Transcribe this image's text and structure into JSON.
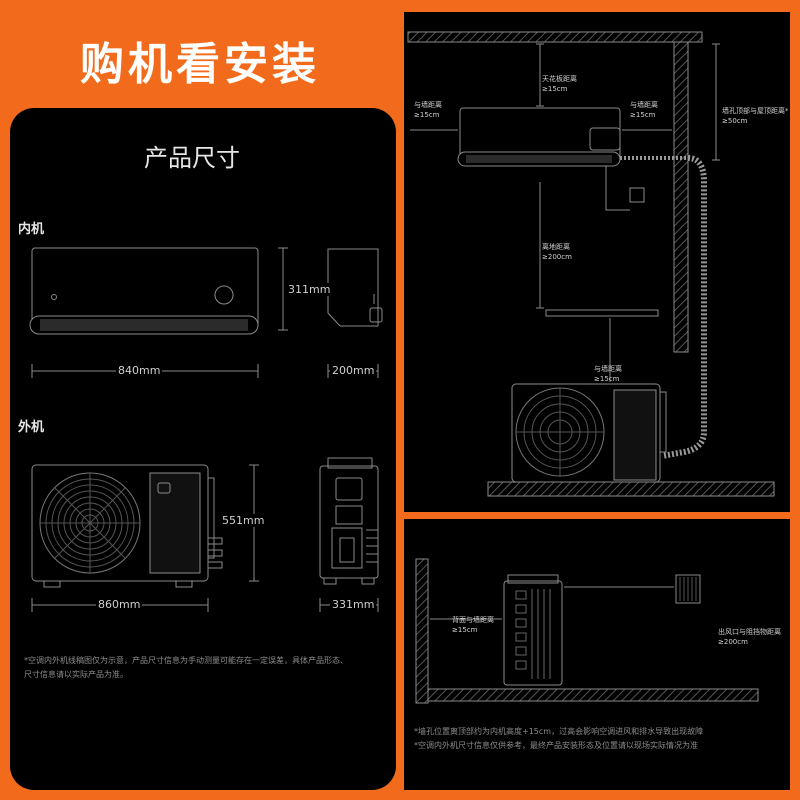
{
  "header": {
    "title": "购机看安装"
  },
  "size_panel": {
    "title": "产品尺寸",
    "indoor": {
      "label": "内机",
      "width": "840mm",
      "height": "311mm",
      "depth": "200mm"
    },
    "outdoor": {
      "label": "外机",
      "width": "860mm",
      "height": "551mm",
      "depth": "331mm"
    },
    "note_lines": [
      "*空调内外机线稿图仅为示意，产品尺寸信息为手动测量可能存在一定误差，具体产品形态、",
      "尺寸信息请以实际产品为准。"
    ]
  },
  "install_front": {
    "ceiling": {
      "label": "天花板距离",
      "value": "≥15cm"
    },
    "wall_left": {
      "label": "与墙距离",
      "value": "≥15cm"
    },
    "wall_right": {
      "label": "与墙距离",
      "value": "≥15cm"
    },
    "hole": {
      "label": "墙孔顶部与屋顶距离*",
      "value": "≥50cm"
    },
    "floor": {
      "label": "离地距离",
      "value": "≥200cm"
    },
    "outdoor_wall": {
      "label": "与墙距离",
      "value": "≥15cm"
    }
  },
  "install_side": {
    "back": {
      "label": "背面与墙距离",
      "value": "≥15cm"
    },
    "outlet": {
      "label": "出风口与阻挡物距离",
      "value": "≥200cm"
    },
    "note_lines": [
      "*墙孔位置离顶部约为内机高度+15cm，过高会影响空调进风和排水导致出现故障",
      "*空调内外机尺寸信息仅供参考，最终产品安装形态及位置请以现场实际情况为准"
    ]
  }
}
